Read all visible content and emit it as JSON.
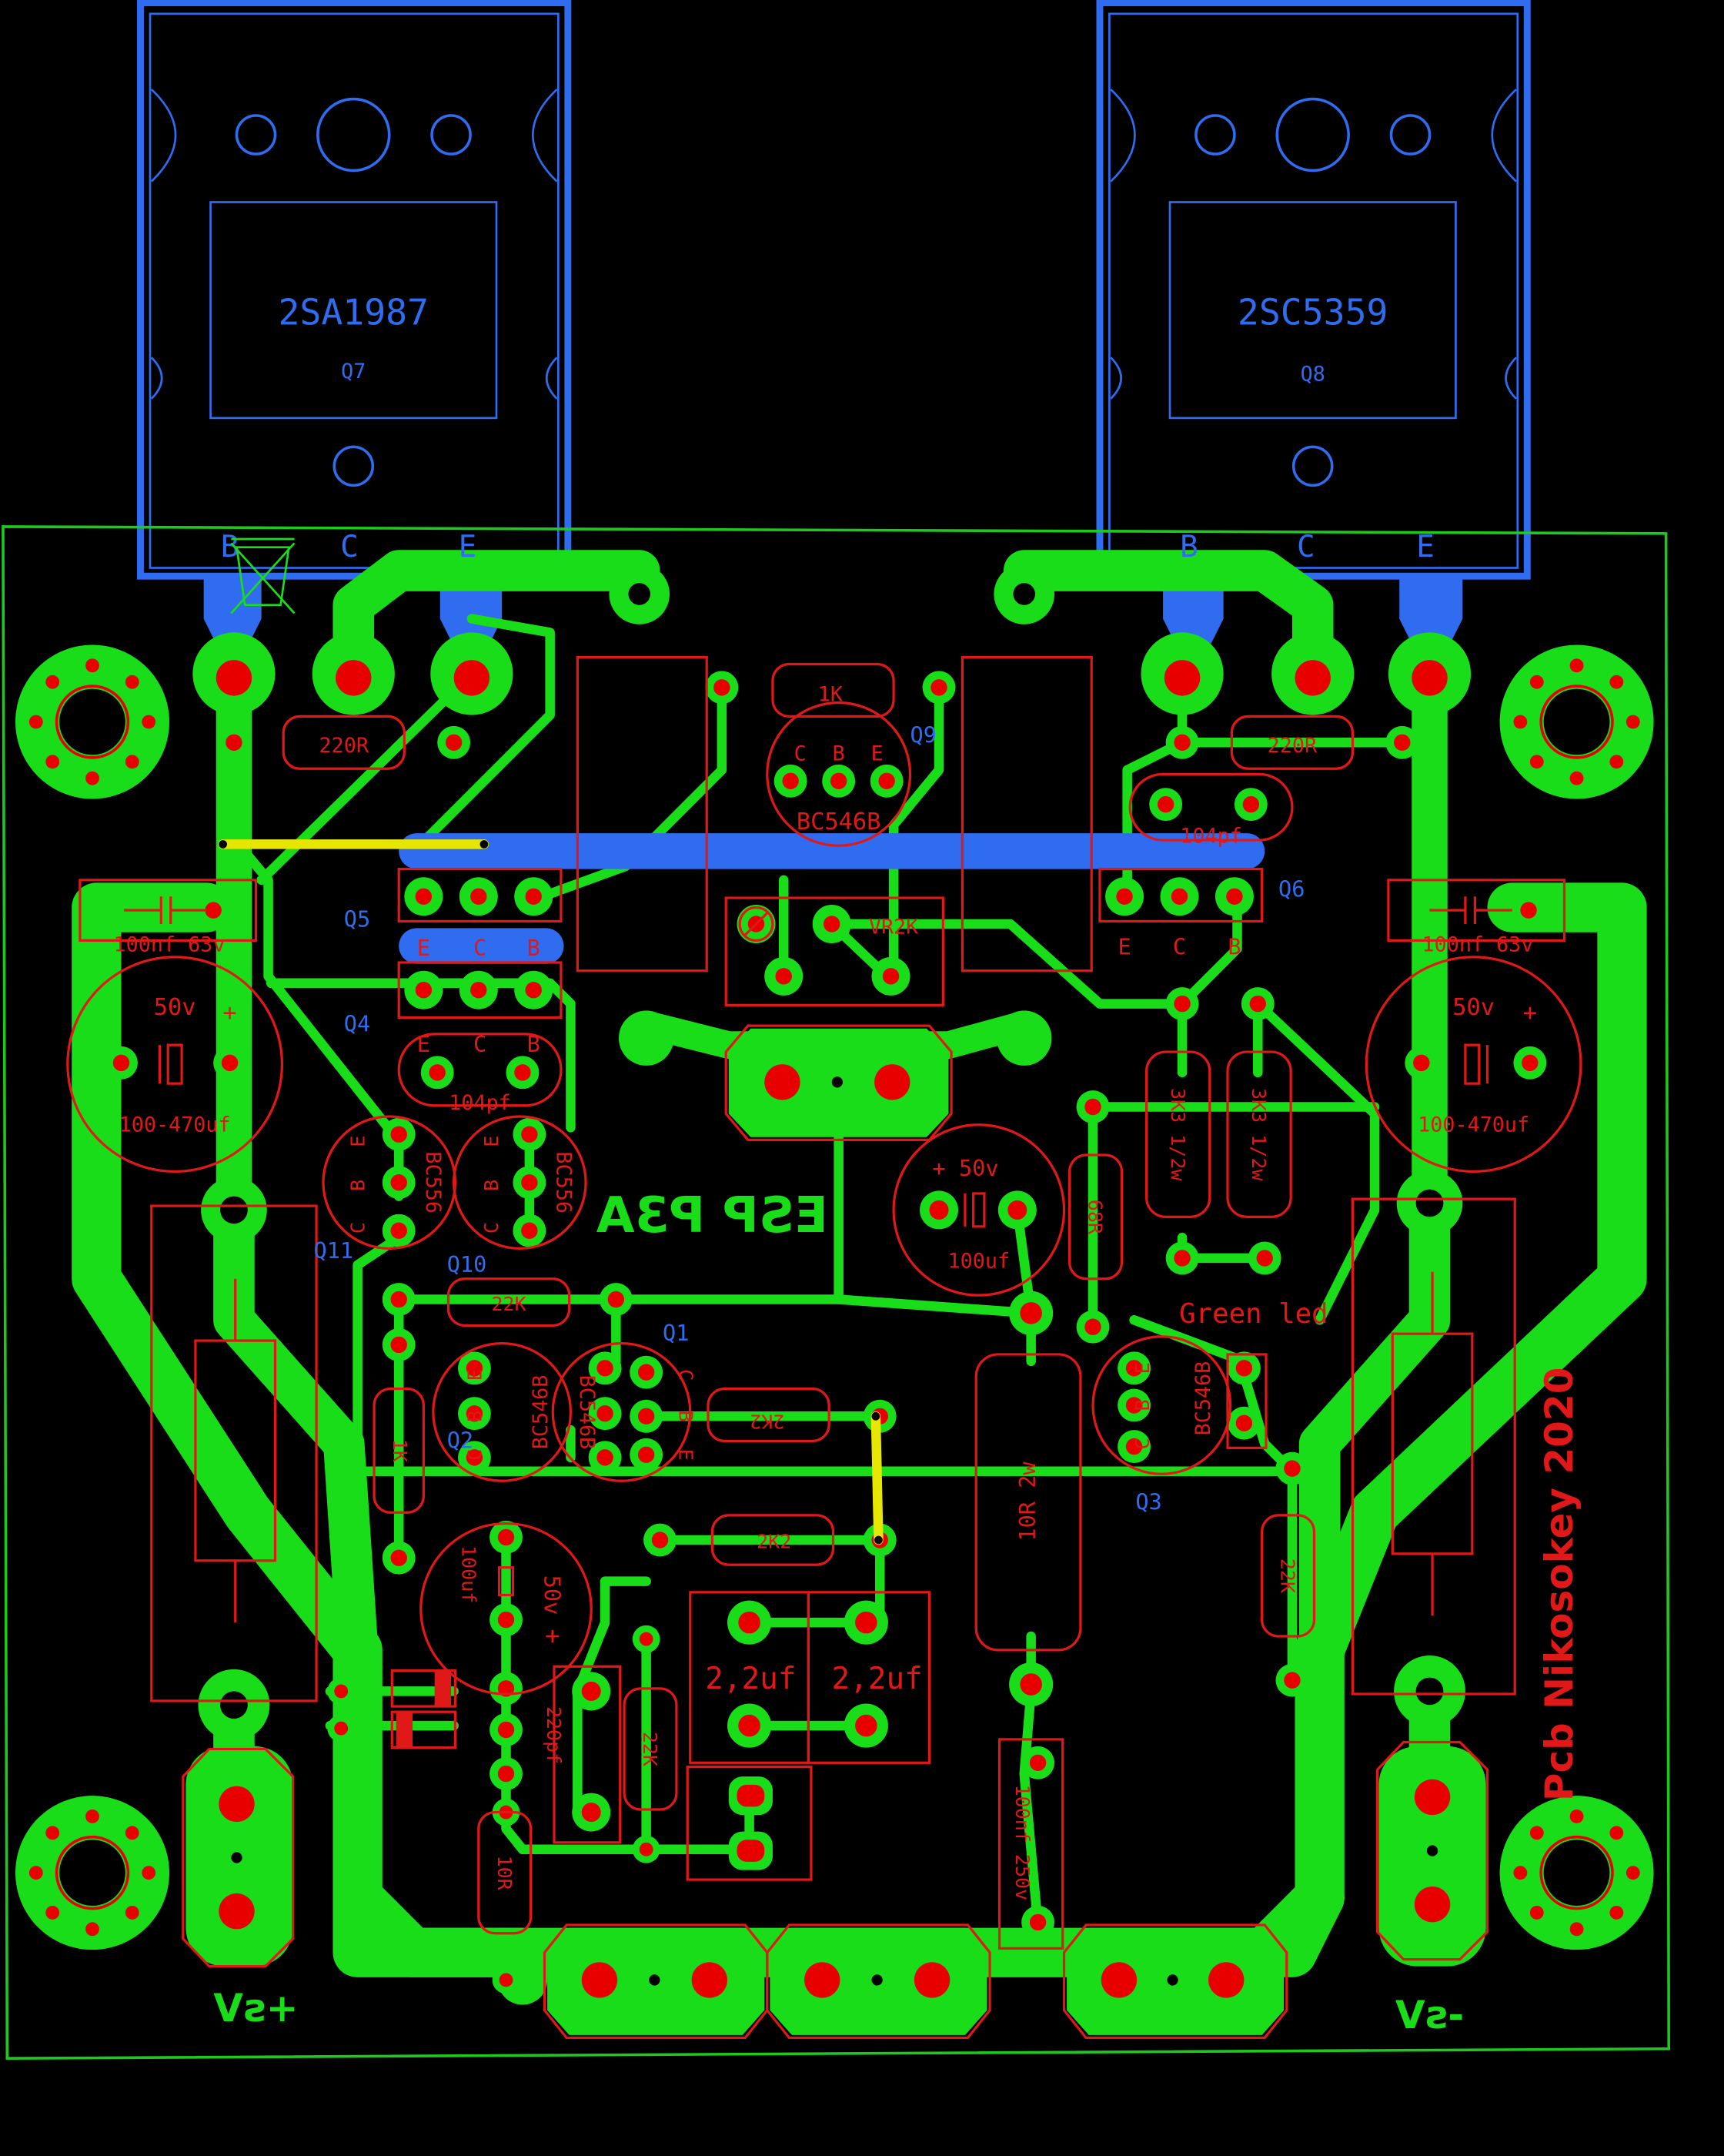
{
  "colors": {
    "background": "#000000",
    "copper": "#19dd19",
    "pad": "#e80000",
    "silkscreen": "#e01818",
    "top_layer": "#2f6cf0",
    "jumper": "#e6e600",
    "outline": "#1ec81e"
  },
  "power_transistors": {
    "q7": {
      "part": "2SA1987",
      "ref": "Q7",
      "pins": [
        "B",
        "C",
        "E"
      ]
    },
    "q8": {
      "part": "2SC5359",
      "ref": "Q8",
      "pins": [
        "B",
        "C",
        "E"
      ]
    }
  },
  "components": {
    "q5": {
      "ref": "Q5",
      "pins": [
        "E",
        "C",
        "B"
      ]
    },
    "q4": {
      "ref": "Q4",
      "pins": [
        "E",
        "C",
        "B"
      ]
    },
    "q6": {
      "ref": "Q6",
      "pins": [
        "E",
        "C",
        "B"
      ]
    },
    "q9": {
      "ref": "Q9",
      "part": "BC546B",
      "pins": [
        "C",
        "B",
        "E"
      ]
    },
    "q10": {
      "ref": "Q10",
      "part": "BC556"
    },
    "q11": {
      "ref": "Q11",
      "part": "BC556"
    },
    "q1": {
      "ref": "Q1",
      "part": "BC546B"
    },
    "q2": {
      "ref": "Q2",
      "part": "BC546B"
    },
    "q3": {
      "ref": "Q3",
      "part": "BC546B"
    },
    "pin_c": "C",
    "pin_b": "B",
    "pin_e": "E"
  },
  "labels": {
    "r_220r_left": "220R",
    "r_220r_right": "220R",
    "r_1k": "1K",
    "c_104pf_top": "104pf",
    "c_104pf_mid": "104pf",
    "vr": "VR2K",
    "c_100nf_left": "100nf 63v",
    "c_100nf_right": "100nf 63v",
    "elec_left_v": "50v",
    "elec_left_c": "100-470uf",
    "elec_right_v": "50v",
    "elec_right_c": "100-470uf",
    "plus": "+",
    "board_name": "ESP P3A",
    "c_center_v": "50v",
    "c_center_c": "100uf",
    "r_68r": "68R",
    "r_3k3_a": "3K3 1/2w",
    "r_3k3_b": "3K3 1/2w",
    "led": "Green led",
    "r_22k_mid": "22K",
    "r_2k2_a": "2K2",
    "r_2k2_b": "2K2",
    "r_1k_small": "1K",
    "r_10r_2w": "10R 2w",
    "r_22k_right": "22K",
    "c_100uf_50v_low": "100uf",
    "c_50v_low": "50v",
    "c_2_2uf_a": "2,2uf",
    "c_2_2uf_b": "2,2uf",
    "c_220pf": "220pf",
    "r_22k_low": "22K",
    "r_10r": "10R",
    "c_100nf_250v": "100nf 250v",
    "vs_plus": "+sV",
    "vs_minus": "-sV",
    "credit": "Pcb Nikosokey 2020"
  }
}
